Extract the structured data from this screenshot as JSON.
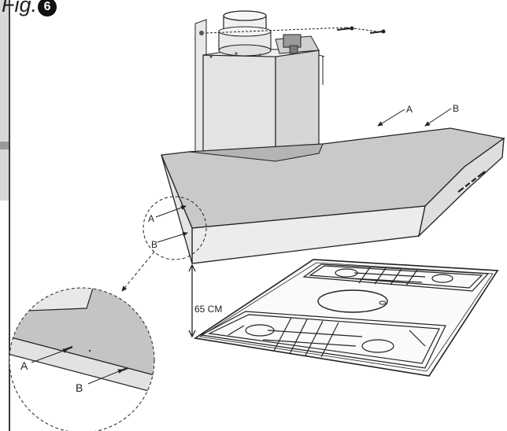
{
  "figure": {
    "title_prefix": "Fig.",
    "title_number": "6"
  },
  "labels": {
    "a_top": "A",
    "b_top": "B",
    "a_side": "A",
    "b_side": "B",
    "a_detail": "A",
    "b_detail": "B",
    "height": "65 CM"
  },
  "colors": {
    "hood_body": "#c9c9c9",
    "hood_front": "#e6e6e6",
    "chimney": "#e3e3e3",
    "outline": "#222222"
  }
}
